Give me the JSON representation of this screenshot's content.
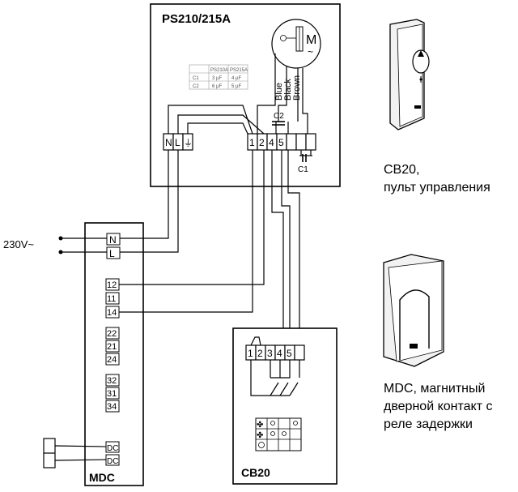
{
  "heater": {
    "title": "PS210/215A",
    "motor_label": "M",
    "motor_symbol": "~",
    "wire_colors": [
      "Blue",
      "Black",
      "Brown"
    ],
    "capacitor_labels": {
      "c1": "C1",
      "c2": "C2"
    },
    "cap_table": {
      "header": [
        "",
        "PS210A",
        "PS215A"
      ],
      "rows": [
        [
          "C1",
          "3 µF",
          "4 µF"
        ],
        [
          "C2",
          "6 µF",
          "5 µF"
        ]
      ]
    },
    "terminals_left": [
      "N",
      "L",
      "⏚"
    ],
    "terminals_right": [
      "1",
      "2",
      "4",
      "5"
    ]
  },
  "supply": {
    "label": "230V~"
  },
  "mdc": {
    "name": "MDC",
    "terminals_power": [
      "N",
      "L"
    ],
    "terminals_group1": [
      "12",
      "11",
      "14"
    ],
    "terminals_group2": [
      "22",
      "21",
      "24"
    ],
    "terminals_group3": [
      "32",
      "31",
      "34"
    ],
    "terminals_dc": [
      "DC",
      "DC"
    ]
  },
  "cb20": {
    "name": "CB20",
    "terminals": [
      "1",
      "2",
      "3",
      "4",
      "5"
    ],
    "caption_line1": "CB20,",
    "caption_line2": "пульт управления"
  },
  "mdc_photo": {
    "caption_line1": "MDC, магнитный",
    "caption_line2": "дверной контакт с",
    "caption_line3": "реле задержки"
  },
  "colors": {
    "line": "#000000",
    "table_line": "#999999",
    "device_shade": "#e8e8e8"
  }
}
